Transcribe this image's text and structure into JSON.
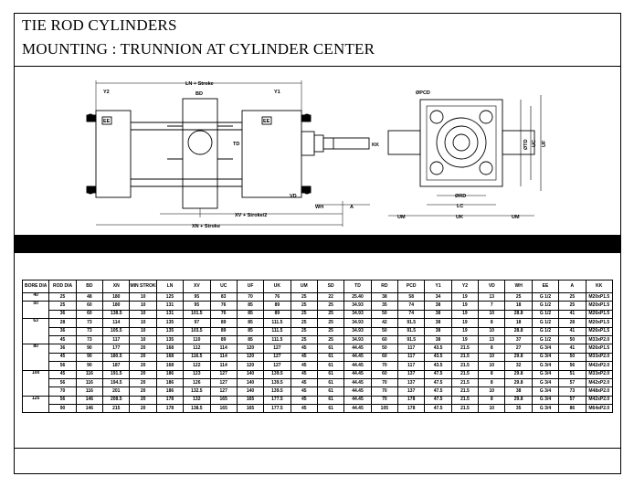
{
  "document": {
    "title_line1": "TIE ROD CYLINDERS",
    "title_line2": "MOUNTING : TRUNNION AT CYLINDER CENTER"
  },
  "drawing": {
    "side_view": {
      "dim_ln_stroke": "LN + Stroke",
      "dim_xv_stroke": "XV + Stroke/2",
      "dim_xn_stroke": "XN + Stroke",
      "lbl_y2": "Y2",
      "lbl_y1": "Y1",
      "lbl_bd": "BD",
      "lbl_ee_left": "EE",
      "lbl_ee_right": "EE",
      "lbl_td": "TD",
      "lbl_kk": "KK",
      "lbl_vd": "VD",
      "lbl_wh": "WH",
      "lbl_a": "A"
    },
    "end_view": {
      "lbl_pcd": "ØPCD",
      "lbl_rd": "ØRD",
      "lbl_lc": "LC",
      "lbl_uk": "UK",
      "lbl_um_left": "UM",
      "lbl_um_right": "UM",
      "lbl_uc": "UC",
      "lbl_uf": "UF",
      "lbl_std": "ØTD"
    }
  },
  "table": {
    "headers": [
      "BORE DIA",
      "ROD DIA",
      "BD",
      "XN",
      "MIN STROKE",
      "LN",
      "XV",
      "UC",
      "UF",
      "UK",
      "UM",
      "SD",
      "TD",
      "RD",
      "PCD",
      "Y1",
      "Y2",
      "VD",
      "WH",
      "EE",
      "A",
      "KK"
    ],
    "groups": [
      {
        "bore": "40",
        "rows": [
          [
            "25",
            "48",
            "180",
            "10",
            "125",
            "95",
            "83",
            "70",
            "76",
            "25",
            "22",
            "25.40",
            "38",
            "58",
            "34",
            "19",
            "13",
            "25",
            "G 1/2",
            "25",
            "M20xP1.5"
          ]
        ]
      },
      {
        "bore": "50",
        "rows": [
          [
            "25",
            "60",
            "180",
            "10",
            "131",
            "95",
            "76",
            "85",
            "89",
            "25",
            "25",
            "34.93",
            "35",
            "74",
            "38",
            "19",
            "7",
            "18",
            "G 1/2",
            "25",
            "M20xP1.5"
          ],
          [
            "36",
            "60",
            "138.5",
            "10",
            "131",
            "101.5",
            "76",
            "85",
            "89",
            "25",
            "25",
            "34.93",
            "50",
            "74",
            "38",
            "19",
            "10",
            "28.8",
            "G 1/2",
            "41",
            "M26xP1.5"
          ]
        ]
      },
      {
        "bore": "63",
        "rows": [
          [
            "28",
            "73",
            "114",
            "10",
            "135",
            "97",
            "89",
            "85",
            "111.5",
            "25",
            "25",
            "34.93",
            "42",
            "91.5",
            "38",
            "19",
            "8",
            "18",
            "G 1/2",
            "28",
            "M20xP1.5"
          ],
          [
            "36",
            "73",
            "105.5",
            "10",
            "135",
            "103.5",
            "89",
            "85",
            "111.5",
            "25",
            "25",
            "34.93",
            "50",
            "91.5",
            "38",
            "19",
            "10",
            "28.8",
            "G 1/2",
            "41",
            "M26xP1.5"
          ],
          [
            "45",
            "73",
            "117",
            "10",
            "135",
            "110",
            "89",
            "85",
            "111.5",
            "25",
            "25",
            "34.93",
            "60",
            "91.5",
            "38",
            "19",
            "13",
            "37",
            "G 1/2",
            "50",
            "M33xP2.0"
          ]
        ]
      },
      {
        "bore": "80",
        "rows": [
          [
            "36",
            "90",
            "177",
            "20",
            "168",
            "112",
            "114",
            "120",
            "127",
            "45",
            "61",
            "44.45",
            "50",
            "117",
            "43.5",
            "21.5",
            "8",
            "27",
            "G 3/4",
            "41",
            "M26xP1.5"
          ],
          [
            "45",
            "90",
            "180.5",
            "20",
            "168",
            "116.5",
            "114",
            "120",
            "127",
            "45",
            "61",
            "44.45",
            "60",
            "117",
            "43.5",
            "21.5",
            "10",
            "29.8",
            "G 3/4",
            "50",
            "M33xP2.0"
          ],
          [
            "56",
            "90",
            "187",
            "20",
            "168",
            "122",
            "114",
            "120",
            "127",
            "45",
            "61",
            "44.45",
            "70",
            "117",
            "43.5",
            "21.5",
            "10",
            "32",
            "G 3/4",
            "56",
            "M42xP2.0"
          ]
        ]
      },
      {
        "bore": "100",
        "rows": [
          [
            "45",
            "116",
            "191.5",
            "20",
            "186",
            "123",
            "127",
            "140",
            "139.5",
            "45",
            "61",
            "44.45",
            "60",
            "137",
            "47.5",
            "21.5",
            "8",
            "29.8",
            "G 3/4",
            "51",
            "M33xP2.0"
          ],
          [
            "56",
            "116",
            "194.5",
            "20",
            "186",
            "126",
            "127",
            "140",
            "139.5",
            "45",
            "61",
            "44.45",
            "70",
            "137",
            "47.5",
            "21.5",
            "8",
            "29.8",
            "G 3/4",
            "57",
            "M42xP2.0"
          ],
          [
            "70",
            "116",
            "201",
            "20",
            "186",
            "132.5",
            "127",
            "140",
            "139.5",
            "45",
            "61",
            "44.45",
            "70",
            "137",
            "47.5",
            "21.5",
            "10",
            "38",
            "G 3/4",
            "73",
            "M48xP2.0"
          ]
        ]
      },
      {
        "bore": "125",
        "rows": [
          [
            "56",
            "146",
            "208.5",
            "20",
            "178",
            "132",
            "165",
            "165",
            "177.5",
            "45",
            "61",
            "44.45",
            "70",
            "178",
            "47.5",
            "21.5",
            "8",
            "29.8",
            "G 3/4",
            "57",
            "M42xP2.0"
          ],
          [
            "90",
            "146",
            "215",
            "20",
            "178",
            "138.5",
            "165",
            "165",
            "177.5",
            "45",
            "61",
            "44.45",
            "105",
            "178",
            "47.5",
            "21.5",
            "10",
            "35",
            "G 3/4",
            "86",
            "M64xP2.0"
          ]
        ]
      }
    ]
  }
}
